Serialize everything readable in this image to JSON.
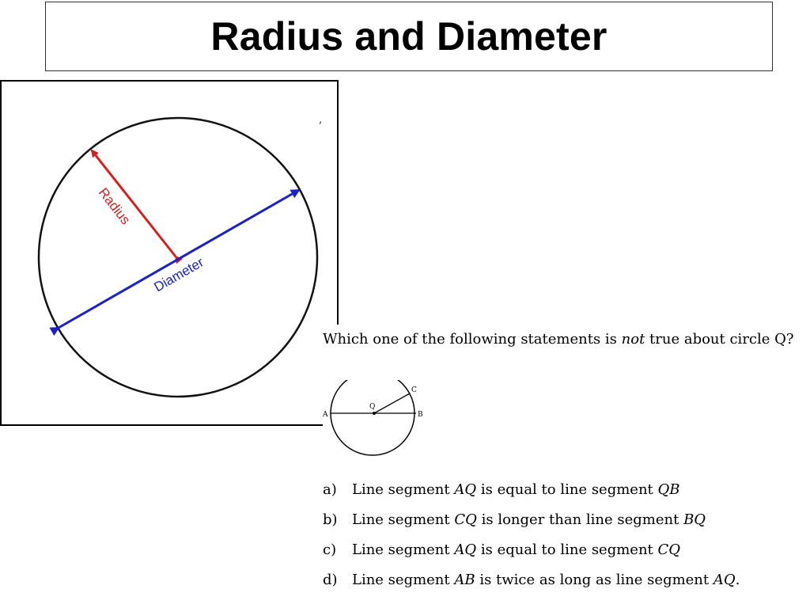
{
  "slide": {
    "title": "Radius and Diameter"
  },
  "figure": {
    "radius_label": "Radius",
    "diameter_label": "Diameter",
    "colors": {
      "radius": "#d42020",
      "diameter": "#1a22c8",
      "circle": "#111111"
    }
  },
  "question": {
    "prefix": "Which one of the following statements is ",
    "emphasis": "not",
    "suffix": " true about circle Q?",
    "point_labels": {
      "a": "A",
      "b": "B",
      "c": "C",
      "q": "Q"
    },
    "options": [
      {
        "letter": "a)",
        "t1": "Line segment ",
        "m1": "AQ",
        "t2": " is equal to line segment ",
        "m2": "QB",
        "t3": ""
      },
      {
        "letter": "b)",
        "t1": "Line segment ",
        "m1": "CQ",
        "t2": " is longer than line segment ",
        "m2": "BQ",
        "t3": ""
      },
      {
        "letter": "c)",
        "t1": "Line segment ",
        "m1": "AQ",
        "t2": " is equal to line segment ",
        "m2": "CQ",
        "t3": ""
      },
      {
        "letter": "d)",
        "t1": "Line segment ",
        "m1": "AB",
        "t2": " is twice as long as line segment ",
        "m2": "AQ",
        "t3": "."
      }
    ]
  }
}
